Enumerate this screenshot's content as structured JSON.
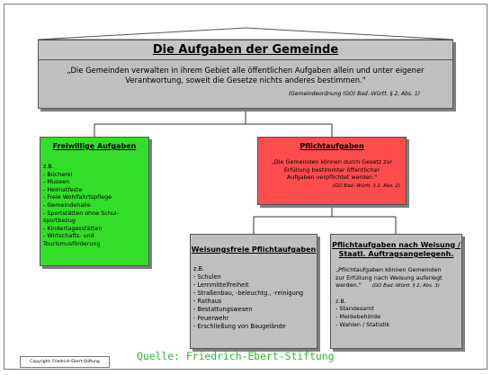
{
  "header": {
    "title": "Die Aufgaben der Gemeinde",
    "quote_line1": "„Die Gemeinden verwalten in ihrem Gebiet alle öffentlichen Aufgaben allein und unter eigener",
    "quote_line2": "Verantwortung, soweit die Gesetze nichts anderes bestimmen.\"",
    "source": "(Gemeindeordnung (GO) Bad.-Württ. § 2, Abs. 1)"
  },
  "freiwillig": {
    "title": "Freiwillige Aufgaben",
    "lines": [
      "z.B.",
      "- Bücherei",
      "- Museen",
      "- Heimatfeste",
      "- Freie Wohlfahrtspflege",
      "- Gemeindehalle",
      "- Sportstätten ohne Schul-",
      "  sportbezug",
      "- Kindertagesstätten",
      "- Wirtschafts- und",
      "  Tourismusförderung"
    ]
  },
  "pflicht": {
    "title": "Pflichtaufgaben",
    "quote_lines": [
      "„Die Gemeinden können durch Gesetz zur",
      "Erfüllung bestimmter öffentlicher",
      "Aufgaben verpflichtet werden.\""
    ],
    "source": "(GO Bad.-Württ. § 2, Abs. 2)"
  },
  "weisungsfrei": {
    "title": "Weisungsfreie Pflichtaufgaben",
    "lines": [
      "z.B.",
      "- Schulen",
      "- Lernmittelfreiheit",
      "- Straßenbau, -beleuchtg., -reinigung",
      "- Rathaus",
      "- Bestattungswesen",
      "- Feuerwehr",
      "- Erschließung von Baugelände"
    ]
  },
  "weisung": {
    "title_line1": "Pflichtaufgaben nach Weisung /",
    "title_line2": "Staatl. Auftragsangelegenh.",
    "quote_line1": "„Pflichtaufgaben können Gemeinden",
    "quote_line2": "zur Erfüllung nach Weisung auferlegt",
    "quote_line3": "werden.\"",
    "source": "(GO Bad.-Württ. § 2, Abs. 3)",
    "lines": [
      "z.B.",
      "- Standesamt",
      "- Meldebehörde",
      "- Wahlen / Statistik"
    ]
  },
  "footer": {
    "quelle": "Quelle: Friedrich-Ebert-Stiftung",
    "copyright": "Copyright: Friedrich-Ebert-Stiftung"
  },
  "colors": {
    "header_box": "#bfbfbf",
    "freiwillig_box": "#33dd2a",
    "pflicht_box": "#ff4d4d",
    "sub_boxes": "#bfbfbf",
    "quelle_text": "#35b535"
  }
}
